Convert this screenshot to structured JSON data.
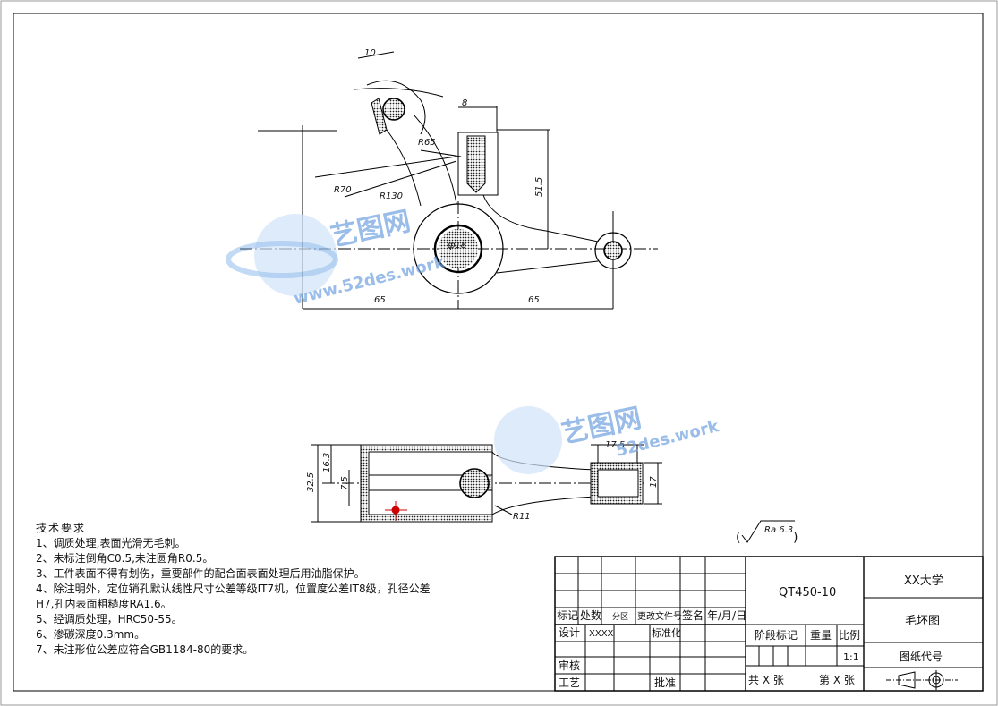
{
  "requirements": {
    "title": "技术要求",
    "items": [
      "1、调质处理,表面光滑无毛刺。",
      "2、未标注倒角C0.5,未注圆角R0.5。",
      "3、工件表面不得有划伤，重要部件的配合面表面处理后用油脂保护。",
      "4、除注明外，定位销孔默认线性尺寸公差等级IT7机，位置度公差IT8级，孔径公差",
      "H7,孔内表面粗糙度RA1.6。",
      "5、经调质处理，HRC50-55。",
      "6、渗碳深度0.3mm。",
      "7、未注形位公差应符合GB1184-80的要求。"
    ]
  },
  "surface_finish": "Ra 6.3",
  "dimensions": {
    "top": {
      "d10": "10",
      "d8": "8",
      "r65": "R65",
      "r70": "R70",
      "r130": "R130",
      "d515": "51.5",
      "d18": "ф18",
      "left65": "65",
      "right65": "65"
    },
    "bottom": {
      "d175": "17.5",
      "d163": "16.3",
      "d325": "32.5",
      "d75": "7.5",
      "d17": "17",
      "r11": "R11"
    }
  },
  "watermark": {
    "cn": "艺图网",
    "en1": "52des.work",
    "en2": "www.52des.work"
  },
  "title_block": {
    "part_code": "QT450-10",
    "school": "XX大学",
    "drawing_type": "毛坯图",
    "drawing_code_label": "图纸代号",
    "row_labels": {
      "mark": "标记",
      "count": "处数",
      "zone": "分区",
      "change_doc": "更改文件号",
      "sign": "签名",
      "date": "年/月/日"
    },
    "design": "设计",
    "designer": "XXXX",
    "standard": "标准化",
    "review": "审核",
    "process": "工艺",
    "approve": "批准",
    "stage": "阶段标记",
    "weight": "重量",
    "scale_label": "比例",
    "scale": "1:1",
    "total_sheets": "共 X 张",
    "sheet_no": "第 X 张"
  }
}
